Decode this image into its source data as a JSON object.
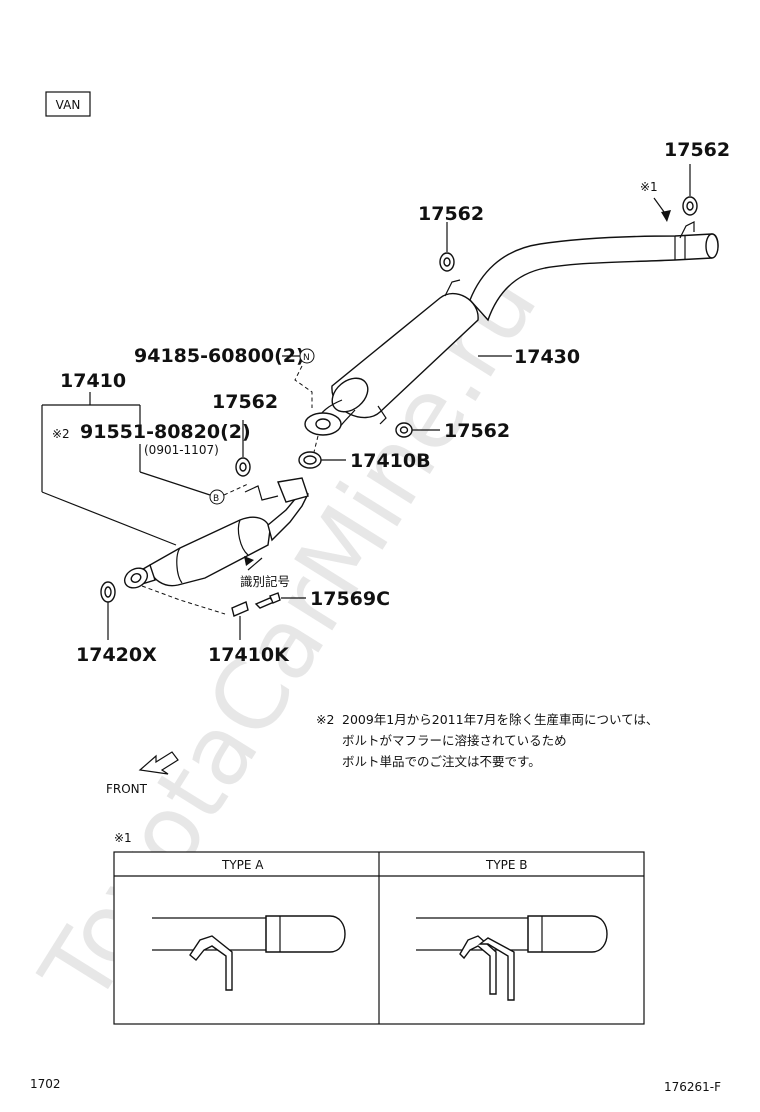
{
  "variant_label": "VAN",
  "parts": {
    "p17562_top_right": "17562",
    "p17562_mid": "17562",
    "p17562_left": "17562",
    "p17562_right": "17562",
    "p17430": "17430",
    "p94185": "94185-60800(2)",
    "p17410": "17410",
    "p91551": "91551-80820(2)",
    "p91551_note_mark": "※2",
    "p91551_date": "(0901-1107)",
    "p17410B": "17410B",
    "p17569C": "17569C",
    "p17420X": "17420X",
    "p17410K": "17410K"
  },
  "markers": {
    "ref1": "※1",
    "n_circle": "N",
    "b_circle": "B"
  },
  "id_label": "識別記号",
  "note": {
    "mark": "※2",
    "line1": "2009年1月から2011年7月を除く生産車両については、",
    "line2": "ボルトがマフラーに溶接されているため",
    "line3": "ボルト単品でのご注文は不要です。"
  },
  "front_label": "FRONT",
  "detail": {
    "ref": "※1",
    "type_a": "TYPE A",
    "type_b": "TYPE B"
  },
  "footer": {
    "left": "1702",
    "right": "176261-F"
  },
  "watermark": "ToyotaCarMine.ru"
}
